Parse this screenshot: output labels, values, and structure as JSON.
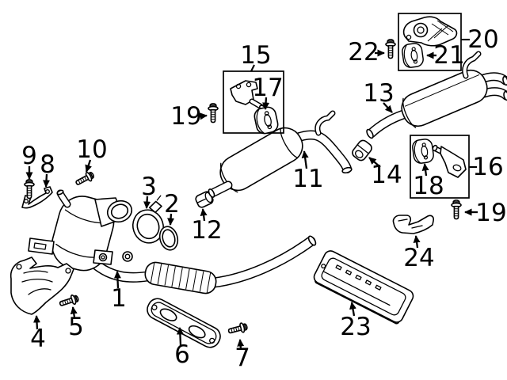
{
  "figure": {
    "kind": "exploded-parts-diagram",
    "subject": "vehicle exhaust system",
    "background_color": "#ffffff",
    "line_color": "#000000"
  },
  "callouts": {
    "c1": "1",
    "c2": "2",
    "c3": "3",
    "c4": "4",
    "c5": "5",
    "c6": "6",
    "c7": "7",
    "c8": "8",
    "c9": "9",
    "c10": "10",
    "c11": "11",
    "c12": "12",
    "c13": "13",
    "c14": "14",
    "c15": "15",
    "c16": "16",
    "c17": "17",
    "c18": "18",
    "c19a": "19",
    "c19b": "19",
    "c20": "20",
    "c21": "21",
    "c22": "22",
    "c23": "23",
    "c24": "24"
  },
  "parts": {
    "p1": "front-pipe-and-catalytic-converter",
    "p2": "gasket-ring",
    "p3": "v-band-clamp",
    "p4": "support-bracket",
    "p5": "flange-bolt",
    "p6": "mounting-plate",
    "p7": "flange-bolt",
    "p8": "retaining-strap",
    "p9": "stud-bolt",
    "p10": "flange-bolt",
    "p11": "center-muffler",
    "p12": "pipe-clamp",
    "p13": "rear-muffler-assembly",
    "p14": "sleeve-clamp",
    "p15": "hanger-kit-box",
    "p16": "hanger-kit-box",
    "p17": "rubber-hanger-insulator",
    "p18": "rubber-hanger-insulator",
    "p19": "screw",
    "p20": "hanger-kit-box",
    "p21": "rubber-hanger-insulator",
    "p22": "screw",
    "p23": "heat-shield",
    "p24": "support-bracket"
  }
}
